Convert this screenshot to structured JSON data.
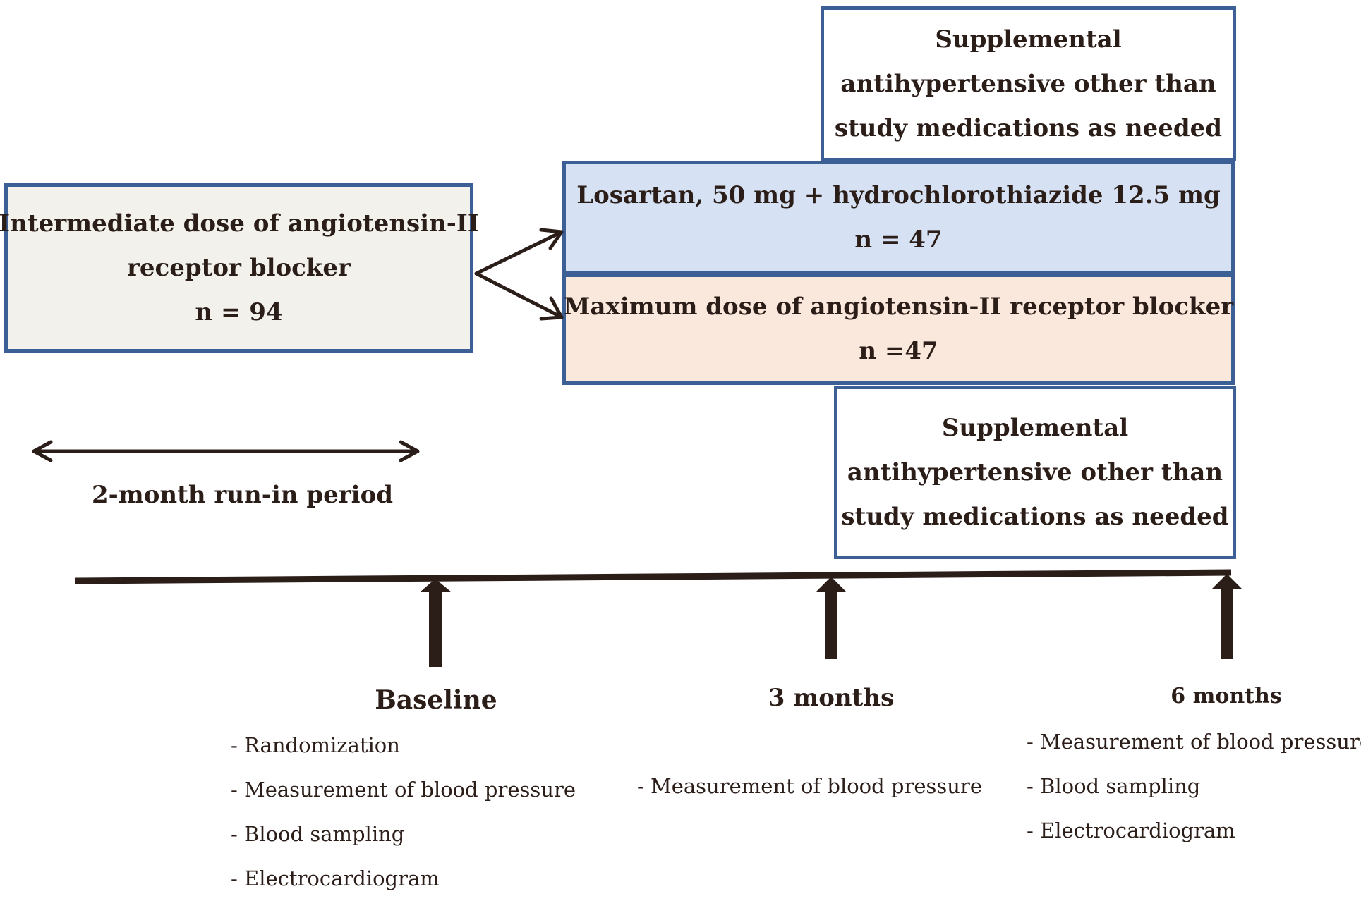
{
  "boxes": {
    "intermediate": [
      "Intermediate dose of angiotensin-II",
      "receptor blocker",
      "n = 94"
    ],
    "losartan": [
      "Losartan, 50 mg + hydrochlorothiazide 12.5 mg",
      "n = 47"
    ],
    "maximum": [
      "Maximum dose of angiotensin-II receptor blocker",
      "n =47"
    ],
    "supplemental_top": [
      "Supplemental",
      "antihypertensive other than",
      "study medications as needed"
    ],
    "supplemental_bottom": [
      "Supplemental",
      "antihypertensive other than",
      "study medications as needed"
    ]
  },
  "run_in_label": "2-month run-in period",
  "timepoints": [
    {
      "title": "Baseline",
      "items": [
        "Randomization",
        "Measurement of blood pressure",
        "Blood sampling",
        "Electrocardiogram"
      ]
    },
    {
      "title": "3 months",
      "items": [
        "Measurement of blood pressure"
      ]
    },
    {
      "title": "6 months",
      "items": [
        "Measurement of blood pressure",
        "Blood sampling",
        "Electrocardiogram"
      ]
    }
  ],
  "colors": {
    "border": "#3c5f95",
    "intermediate_fill": "#f2f1ec",
    "losartan_fill": "#d6e2f3",
    "maximum_fill": "#fbe8dc",
    "ink": "#2b1d18"
  }
}
